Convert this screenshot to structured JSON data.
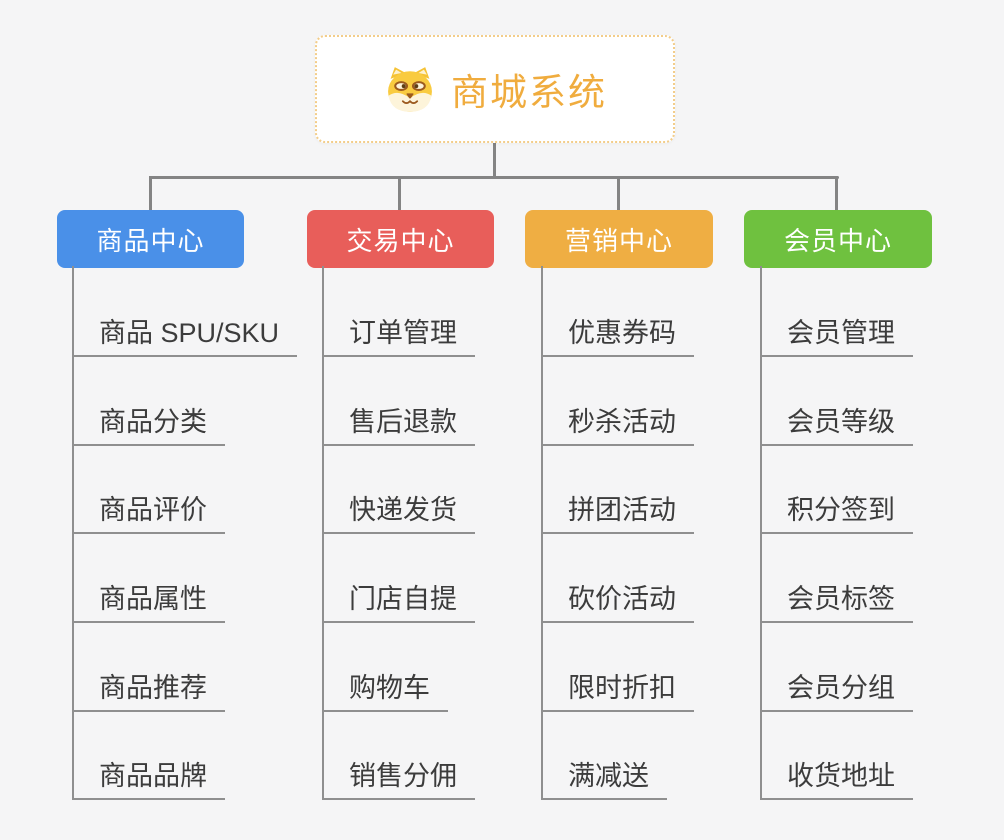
{
  "page": {
    "background": "#f5f5f6",
    "connector_color": "#848484"
  },
  "root": {
    "title": "商城系统",
    "icon": "shiba-dog-icon",
    "text_color": "#f0ac3e",
    "border_color": "#f3cd8a"
  },
  "branches": [
    {
      "label": "商品中心",
      "color": "#4a90e8",
      "items": [
        "商品 SPU/SKU",
        "商品分类",
        "商品评价",
        "商品属性",
        "商品推荐",
        "商品品牌"
      ]
    },
    {
      "label": "交易中心",
      "color": "#e85e5a",
      "items": [
        "订单管理",
        "售后退款",
        "快递发货",
        "门店自提",
        "购物车",
        "销售分佣"
      ]
    },
    {
      "label": "营销中心",
      "color": "#efae43",
      "items": [
        "优惠券码",
        "秒杀活动",
        "拼团活动",
        "砍价活动",
        "限时折扣",
        "满减送"
      ]
    },
    {
      "label": "会员中心",
      "color": "#6fc13f",
      "items": [
        "会员管理",
        "会员等级",
        "积分签到",
        "会员标签",
        "会员分组",
        "收货地址"
      ]
    }
  ]
}
